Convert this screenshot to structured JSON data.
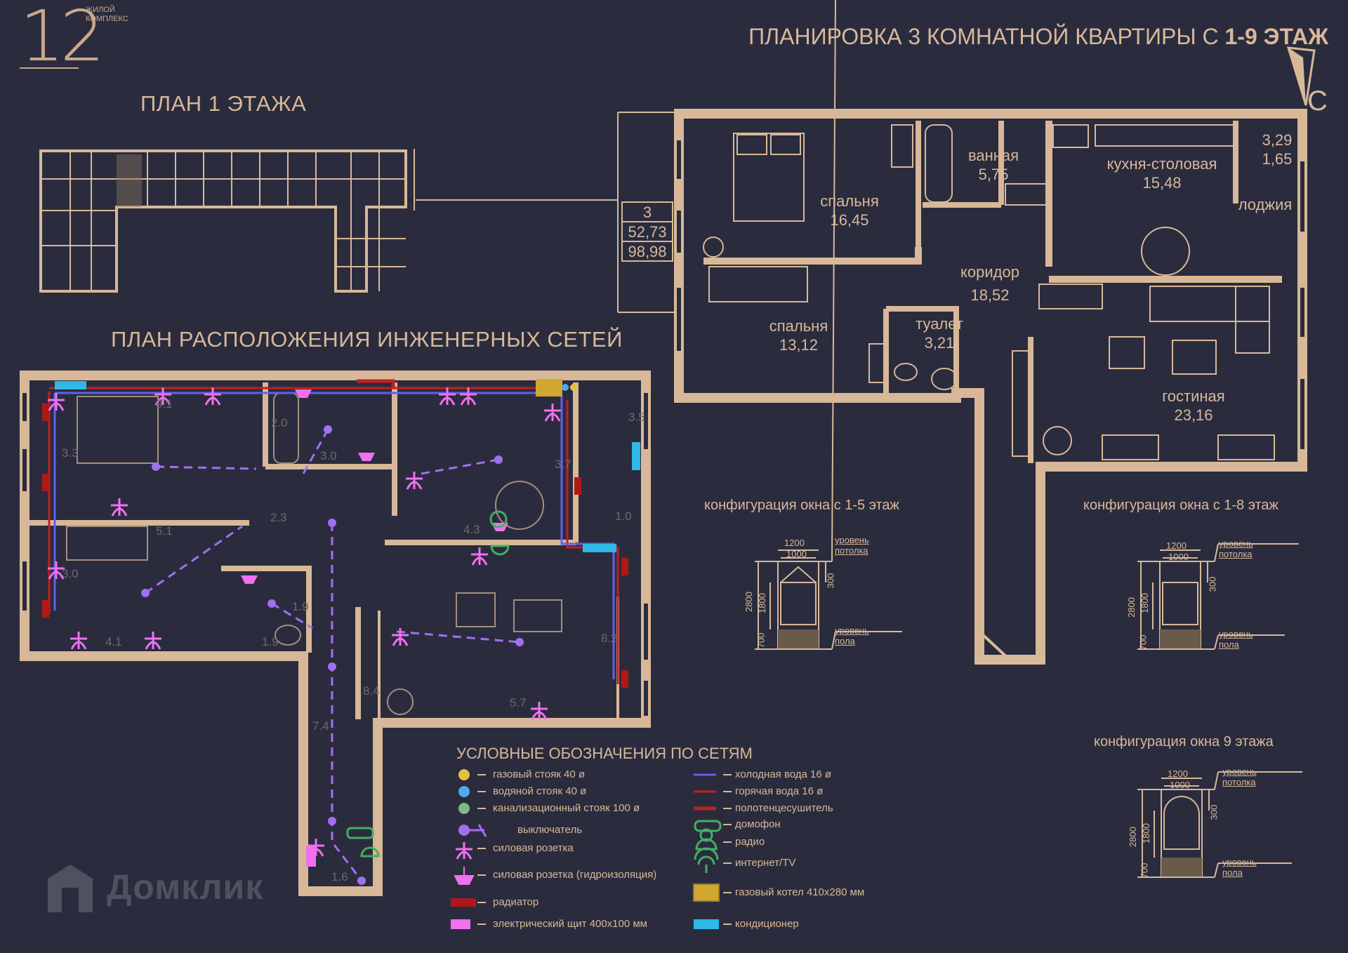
{
  "brand": {
    "number": "12",
    "subtitle_line1": "ЖИЛОЙ",
    "subtitle_line2": "КОМПЛЕКС",
    "watermark": "Домклик"
  },
  "title": {
    "prefix": "ПЛАНИРОВКА 3 КОМНАТНОЙ КВАРТИРЫ С ",
    "floors": "1-9 ЭТАЖ"
  },
  "compass": {
    "label": "С"
  },
  "floor_plan_heading": "ПЛАН 1 ЭТАЖА",
  "engineering_heading": "ПЛАН РАСПОЛОЖЕНИЯ ИНЖЕНЕРНЫХ СЕТЕЙ",
  "apartment_summary": {
    "rooms": "3",
    "living_area": "52,73",
    "total_area": "98,98"
  },
  "rooms": {
    "bedroom1": {
      "name": "спальня",
      "area": "16,45"
    },
    "bathroom": {
      "name": "ванная",
      "area": "5,75"
    },
    "kitchen": {
      "name": "кухня-столовая",
      "area": "15,48"
    },
    "loggia": {
      "name": "лоджия",
      "area1": "3,29",
      "area2": "1,65"
    },
    "corridor": {
      "name": "коридор",
      "area": "18,52"
    },
    "bedroom2": {
      "name": "спальня",
      "area": "13,12"
    },
    "toilet": {
      "name": "туалет",
      "area": "3,21"
    },
    "living": {
      "name": "гостиная",
      "area": "23,16"
    }
  },
  "engineering_dims": [
    "3.3",
    "2.0",
    "3.0",
    "3.7",
    "3.5",
    "1.0",
    "4.3",
    "5.1",
    "3.0",
    "2.3",
    "1.9",
    "1.9",
    "4.1",
    "8.2",
    "8.4",
    "7.4",
    "5.7",
    "1.6",
    "9.1"
  ],
  "window_configs": [
    {
      "title": "конфигурация окна с 1-5 этаж",
      "w1": "1200",
      "w2": "1000",
      "h_total": "2800",
      "h_win": "1800",
      "h_top": "300",
      "h_bot": "700",
      "ceiling": "уровень потолка",
      "floor": "уровень пола"
    },
    {
      "title": "конфигурация окна с 1-8 этаж",
      "w1": "1200",
      "w2": "1000",
      "h_total": "2800",
      "h_win": "1800",
      "h_top": "300",
      "h_bot": "700",
      "ceiling": "уровень потолка",
      "floor": "уровень пола"
    },
    {
      "title": "конфигурация окна 9 этажа",
      "w1": "1200",
      "w2": "1000",
      "h_total": "2800",
      "h_win": "1800",
      "h_top": "300",
      "h_bot": "700",
      "ceiling": "уровень потолка",
      "floor": "уровень пола"
    }
  ],
  "legend": {
    "title": "УСЛОВНЫЕ ОБОЗНАЧЕНИЯ ПО СЕТЯМ",
    "left": [
      {
        "icon": "gas-riser-dot",
        "label": "газовый стояк 40 ø"
      },
      {
        "icon": "water-riser-dot",
        "label": "водяной стояк 40 ø"
      },
      {
        "icon": "sewer-riser-dot",
        "label": "канализационный стояк 100 ø"
      },
      {
        "icon": "switch-icon",
        "label": "выключатель"
      },
      {
        "icon": "socket-icon",
        "label": "силовая розетка"
      },
      {
        "icon": "socket-waterproof-icon",
        "label": "силовая розетка (гидроизоляция)"
      },
      {
        "icon": "radiator-icon",
        "label": "радиатор"
      },
      {
        "icon": "electrical-panel-icon",
        "label": "электрический щит 400х100 мм"
      }
    ],
    "right": [
      {
        "icon": "cold-water-line",
        "label": "холодная вода 16 ø"
      },
      {
        "icon": "hot-water-line",
        "label": "горячая вода 16 ø"
      },
      {
        "icon": "towel-dryer-line",
        "label": "полотенцесушитель"
      },
      {
        "icon": "intercom-icon",
        "label": "домофон"
      },
      {
        "icon": "radio-icon",
        "label": "радио"
      },
      {
        "icon": "internet-tv-icon",
        "label": "интернет/TV"
      },
      {
        "icon": "gas-boiler-icon",
        "label": "газовый котел 410х280 мм"
      },
      {
        "icon": "air-conditioner-icon",
        "label": "кондиционер"
      }
    ]
  },
  "colors": {
    "background": "#2a2c3e",
    "wall": "#d8b898",
    "gas": "#e8c040",
    "water": "#50a8f0",
    "sewer": "#80b888",
    "switch": "#a070f0",
    "socket": "#f070f0",
    "radiator": "#b01818",
    "cold": "#6060f0",
    "hot": "#c02020",
    "ac": "#30b8e8",
    "boiler": "#d0a830",
    "intercom": "#40b060"
  }
}
